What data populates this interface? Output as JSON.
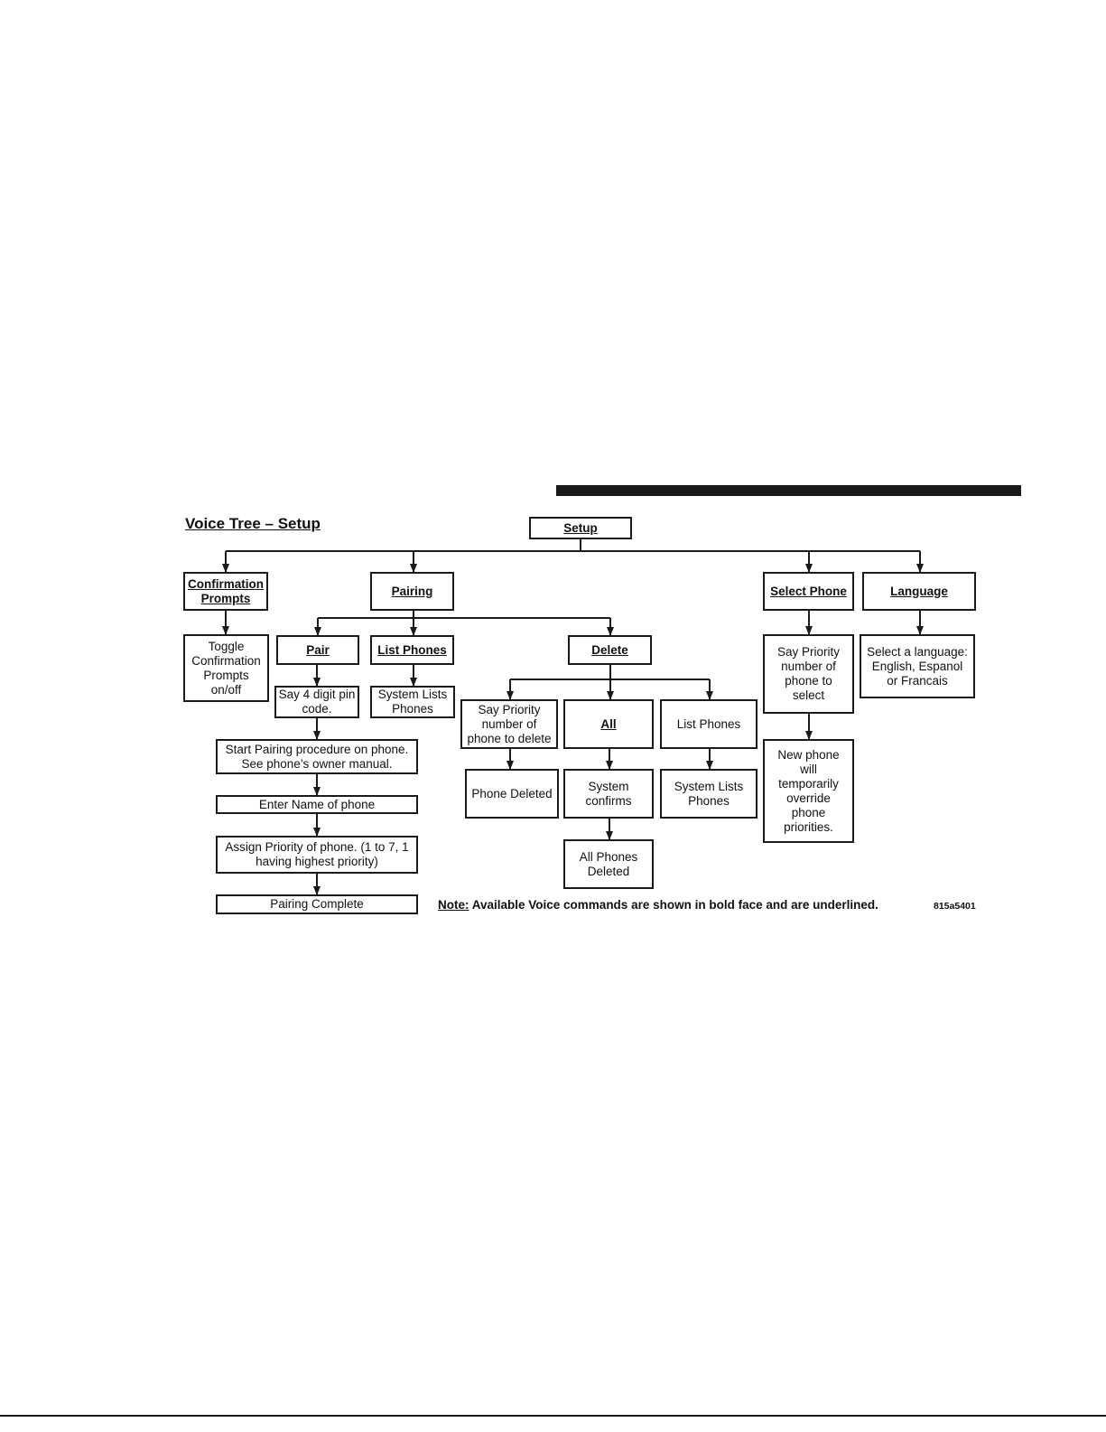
{
  "title": "Voice Tree – Setup",
  "nodes": {
    "setup": "Setup",
    "confirmation_prompts": "Confirmation Prompts",
    "toggle_confirmation": "Toggle Confirmation Prompts on/off",
    "pairing": "Pairing",
    "pair": "Pair",
    "say_pin": "Say 4 digit pin code.",
    "start_pairing": "Start Pairing procedure on phone. See phone’s owner manual.",
    "enter_name": "Enter Name of phone",
    "assign_priority": "Assign Priority of phone. (1 to 7, 1 having highest priority)",
    "pairing_complete": "Pairing Complete",
    "list_phones": "List Phones",
    "system_lists_phones_1": "System Lists Phones",
    "delete": "Delete",
    "say_priority_delete": "Say Priority number of phone to delete",
    "phone_deleted": "Phone Deleted",
    "all": "All",
    "system_confirms": "System confirms",
    "all_phones_deleted": "All Phones Deleted",
    "delete_list_phones": "List Phones",
    "system_lists_phones_2": "System Lists Phones",
    "select_phone": "Select Phone",
    "say_priority_select": "Say Priority number of phone to select",
    "new_phone_override": "New phone will temporarily override phone priorities.",
    "language": "Language",
    "select_language": "Select a language: English, Espanol or Francais"
  },
  "note": {
    "label": "Note:",
    "text": "Available Voice commands are shown in bold face and are underlined."
  },
  "figure_code": "815a5401"
}
